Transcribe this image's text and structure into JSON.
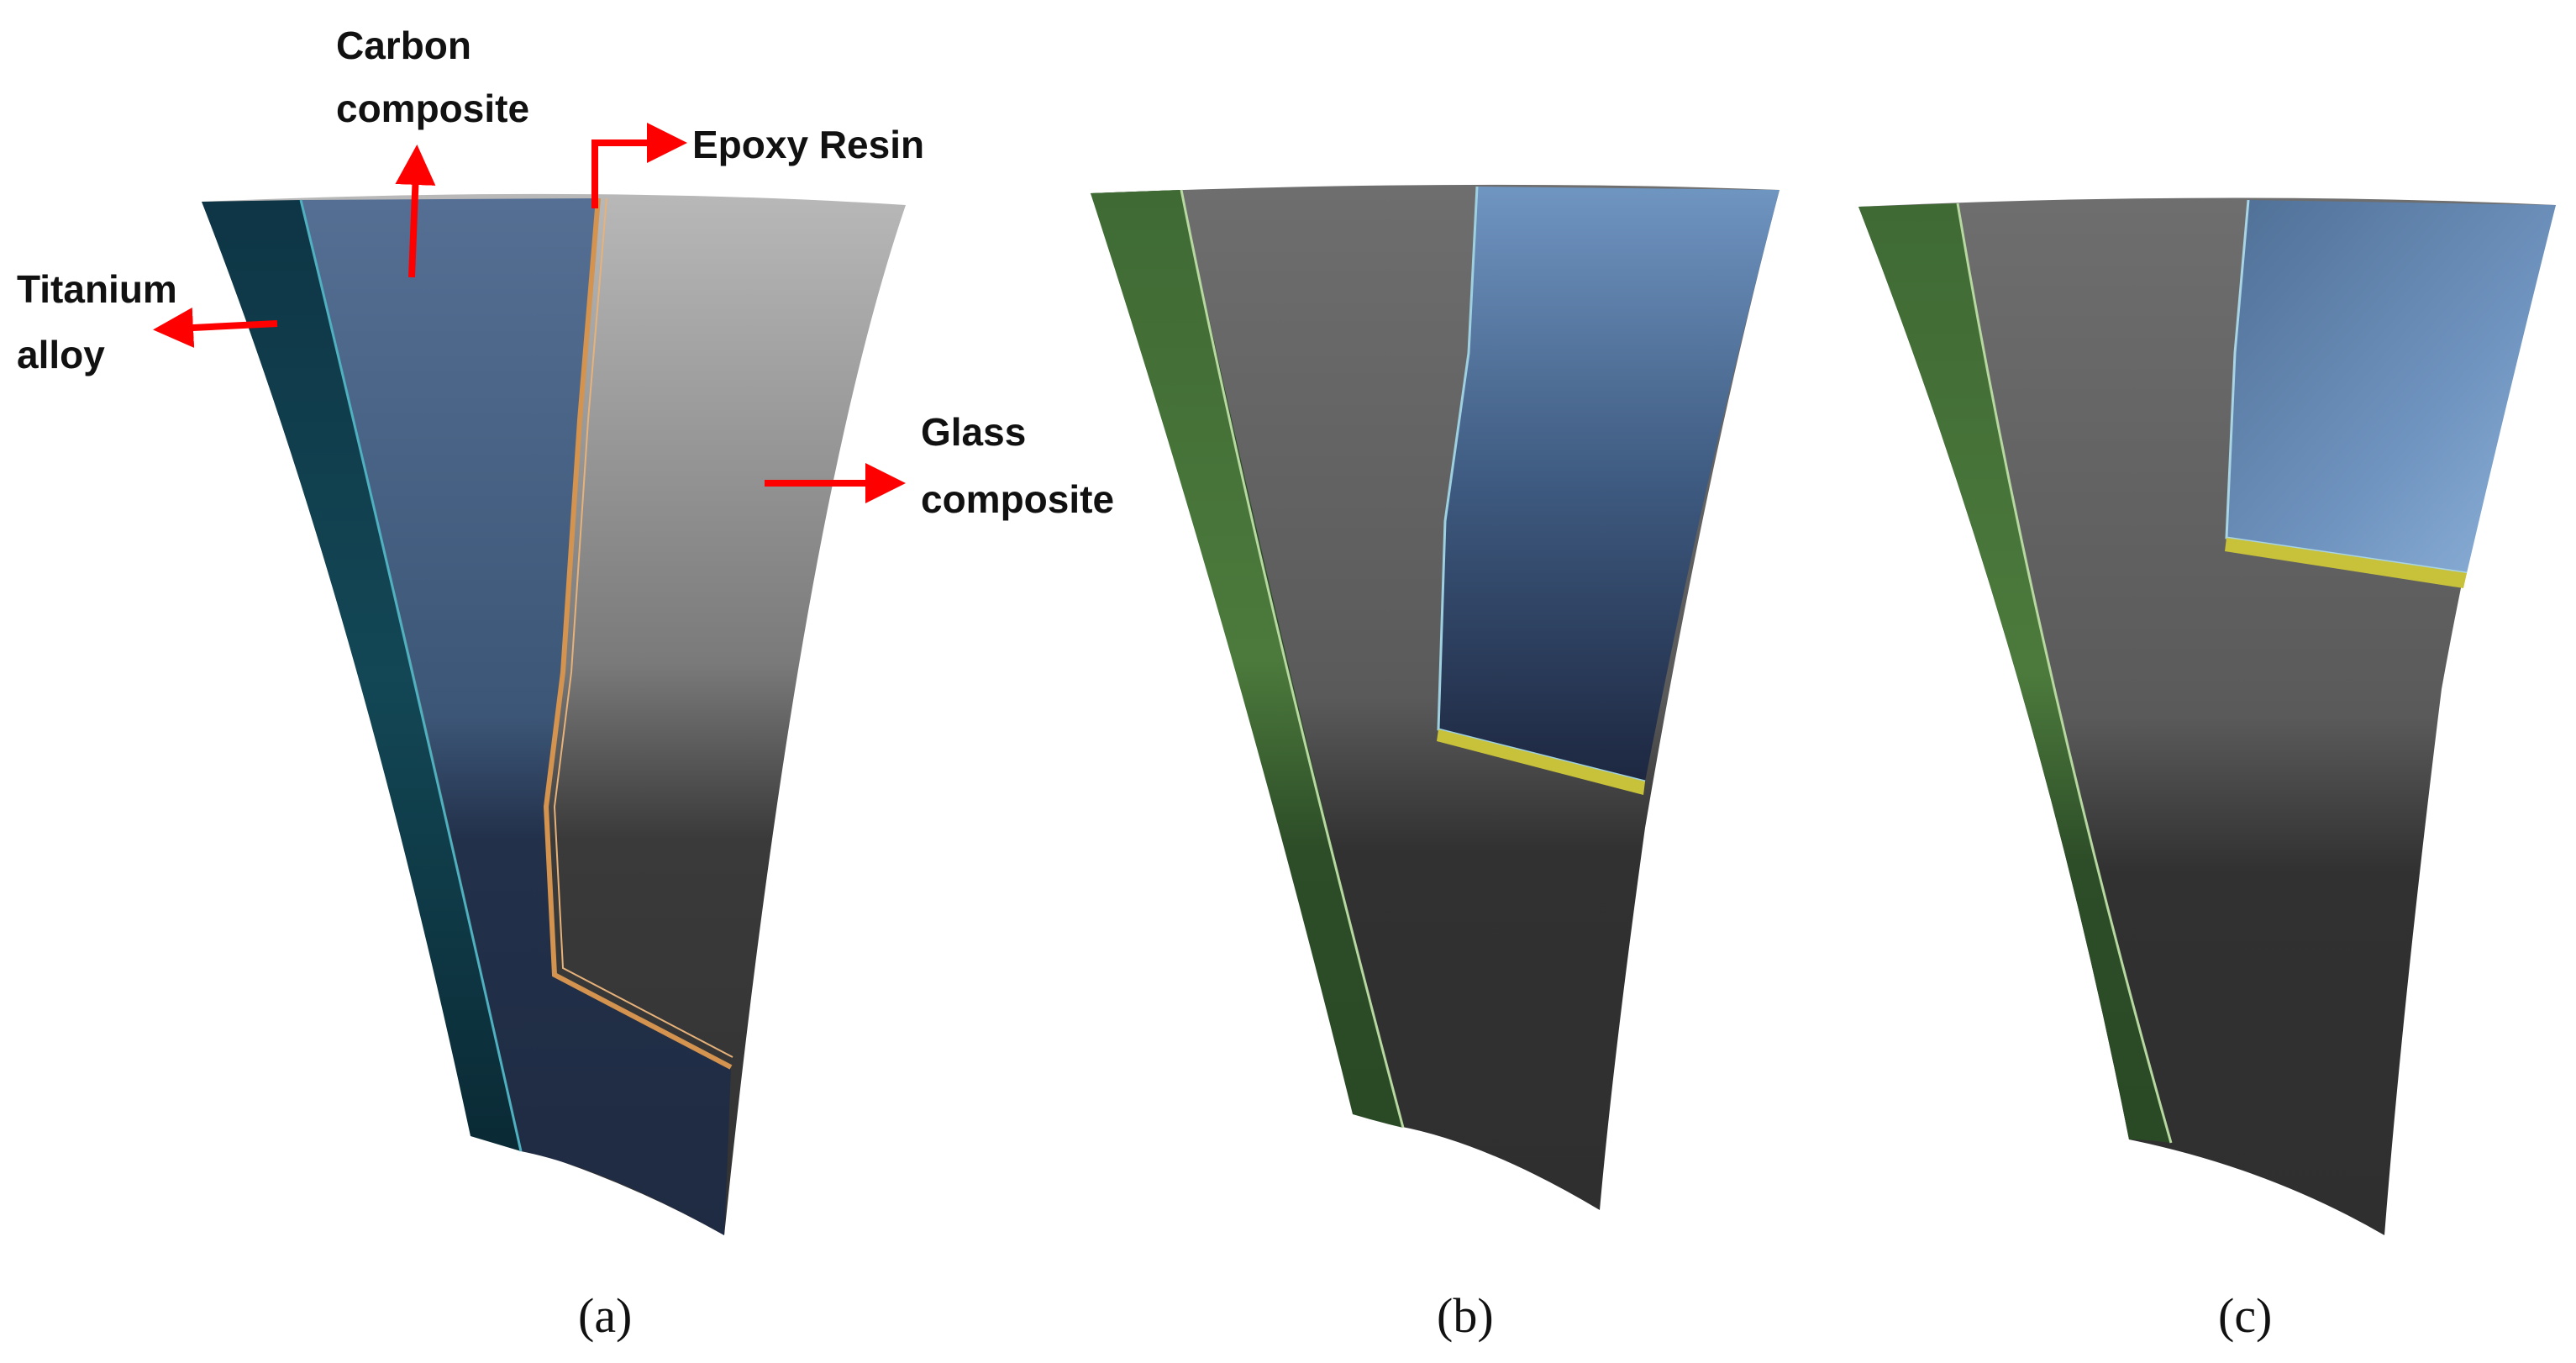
{
  "labels": {
    "carbon_line1": "Carbon",
    "carbon_line2": "composite",
    "epoxy": "Epoxy Resin",
    "titanium_line1": "Titanium",
    "titanium_line2": "alloy",
    "glass_line1": "Glass",
    "glass_line2": "composite"
  },
  "captions": {
    "a": "(a)",
    "b": "(b)",
    "c": "(c)"
  },
  "colors": {
    "titanium_panel_a": "#0f3a47",
    "carbon_blue": "#3f5f86",
    "carbon_blue_dark": "#1e2b43",
    "glass_grey_light": "#b5b5b5",
    "glass_grey_dark": "#363636",
    "titanium_green": "#3f6a34",
    "titanium_green_dark": "#2a4a26",
    "epoxy_outline_a": "#d4934e",
    "epoxy_outline_bc": "#c8c23a",
    "arrow_red": "#ff0000"
  }
}
